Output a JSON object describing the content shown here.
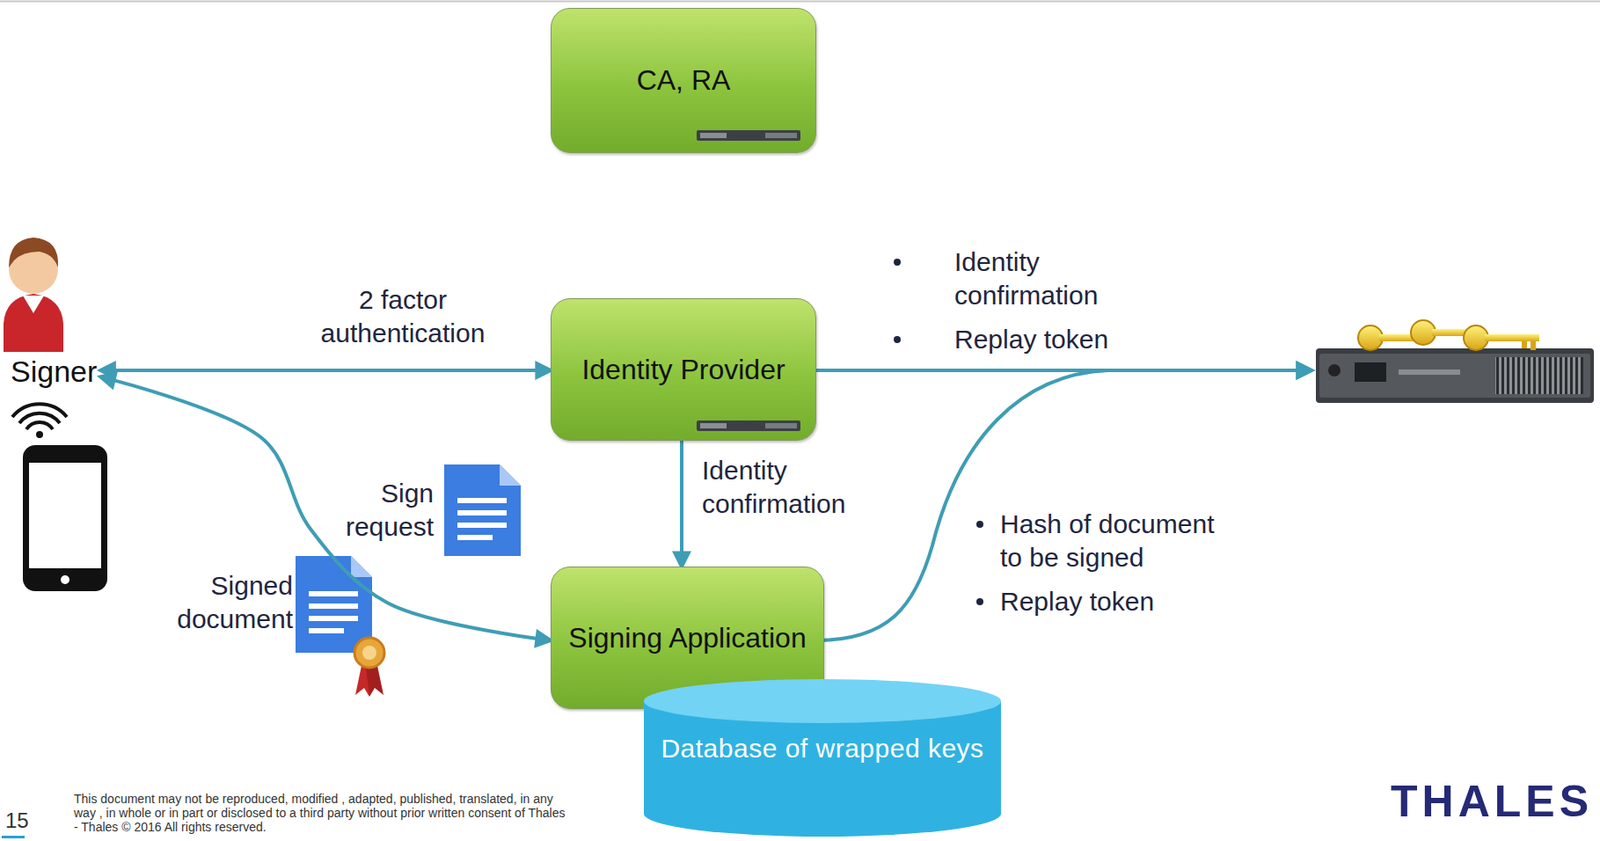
{
  "diagram": {
    "nodes": [
      {
        "text": [
          "CA, RA"
        ]
      },
      {
        "text": [
          "Signer"
        ]
      },
      {
        "text": [
          "Identity Provider"
        ]
      },
      {
        "text": [
          "Signing Application"
        ]
      },
      {
        "text": [
          "Database of wrapped keys"
        ]
      }
    ],
    "edges": [
      {
        "from": 1,
        "to": 2,
        "arrow": "both",
        "label": "2 factor authentication"
      },
      {
        "from": 2,
        "to": 3,
        "arrow": "to",
        "label": "Identity confirmation"
      },
      {
        "from": 1,
        "to": 3,
        "arrow": "both",
        "label": "Sign request"
      }
    ],
    "labels": [
      "Identity confirmation",
      "Replay token",
      "Hash of document to be signed",
      "Replay token",
      "Signed document",
      "15",
      "This document may not be reproduced, modified , adapted, published, translated, in any way , in whole or in part or disclosed to a third party without prior written consent of Thales - Thales © 2016 All rights reserved.",
      "THALES"
    ]
  }
}
